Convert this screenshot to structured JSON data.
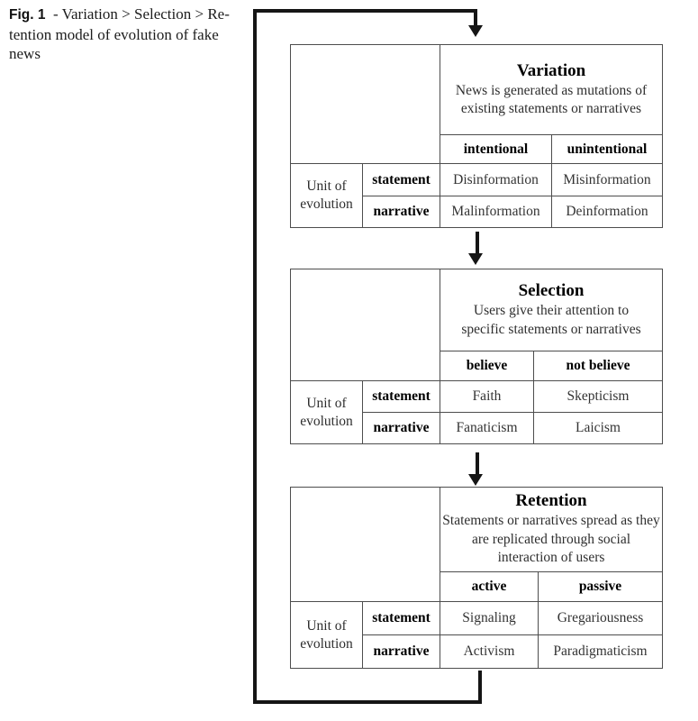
{
  "caption": {
    "label": "Fig. 1",
    "line1_rest": "  - Variation > Selection > Re-",
    "line2": "tention model of evolution of fake",
    "line3": "news"
  },
  "colors": {
    "background": "#ffffff",
    "loop_line": "#151515",
    "table_border": "#4d4d4d",
    "heading_text": "#000000",
    "body_text": "#2e2e2e"
  },
  "tables": [
    {
      "title": "Variation",
      "description": "News is generated as mutations of existing statements or narratives",
      "unit_line1": "Unit of",
      "unit_line2": "evolution",
      "columns": [
        "intentional",
        "unintentional"
      ],
      "rows": [
        {
          "label": "statement",
          "cells": [
            "Disinformation",
            "Misinformation"
          ]
        },
        {
          "label": "narrative",
          "cells": [
            "Malinformation",
            "Deinformation"
          ]
        }
      ]
    },
    {
      "title": "Selection",
      "description": "Users give their attention to specific statements or narratives",
      "unit_line1": "Unit of",
      "unit_line2": "evolution",
      "columns": [
        "believe",
        "not believe"
      ],
      "rows": [
        {
          "label": "statement",
          "cells": [
            "Faith",
            "Skepticism"
          ]
        },
        {
          "label": "narrative",
          "cells": [
            "Fanaticism",
            "Laicism"
          ]
        }
      ]
    },
    {
      "title": "Retention",
      "description": "Statements or narratives spread as they are replicated through social interaction of users",
      "unit_line1": "Unit of",
      "unit_line2": "evolution",
      "columns": [
        "active",
        "passive"
      ],
      "rows": [
        {
          "label": "statement",
          "cells": [
            "Signaling",
            "Gregariousness"
          ]
        },
        {
          "label": "narrative",
          "cells": [
            "Activism",
            "Paradigmaticism"
          ]
        }
      ]
    }
  ]
}
